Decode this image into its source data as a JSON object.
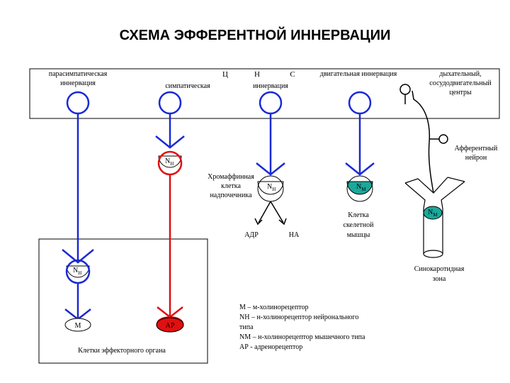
{
  "title": "СХЕМА ЭФФЕРЕНТНОЙ ИННЕРВАЦИИ",
  "header": {
    "parasympathetic": [
      "парасимпатическая",
      "иннервация"
    ],
    "sympathetic": "симпатическая",
    "cns": [
      "Ц",
      "Н",
      "С"
    ],
    "innervation": "иннервация",
    "motor": "двигательная иннервация",
    "centers": [
      "дыхательный,",
      "сосудодвигательный",
      "центры"
    ]
  },
  "labels": {
    "nn": "N",
    "nn_sub": "Н",
    "nm": "N",
    "nm_sub": "М",
    "m": "М",
    "ar": "АР",
    "chromaffin": [
      "Хромаффинная",
      "клетка",
      "надпочечника"
    ],
    "adr": "АДР",
    "na": "НА",
    "skeletal": [
      "Клетка",
      "скелетной",
      "мышцы"
    ],
    "afferent": [
      "Афферентный",
      "нейрон"
    ],
    "sinocarotid": [
      "Синокаротидная",
      "зона"
    ],
    "effector": "Клетки эффекторного органа"
  },
  "legend": [
    "М – м-холинорецептор",
    "NН – н-холинорецептор нейронального",
    "типа",
    "NМ – н-холинорецептор мышечного типа",
    "АР - адренорецептор"
  ],
  "colors": {
    "neuron_blue": "#1a2ad4",
    "neuron_red": "#e01010",
    "ar_fill": "#e01010",
    "nm_fill": "#1aa89a",
    "outline": "#000000"
  }
}
